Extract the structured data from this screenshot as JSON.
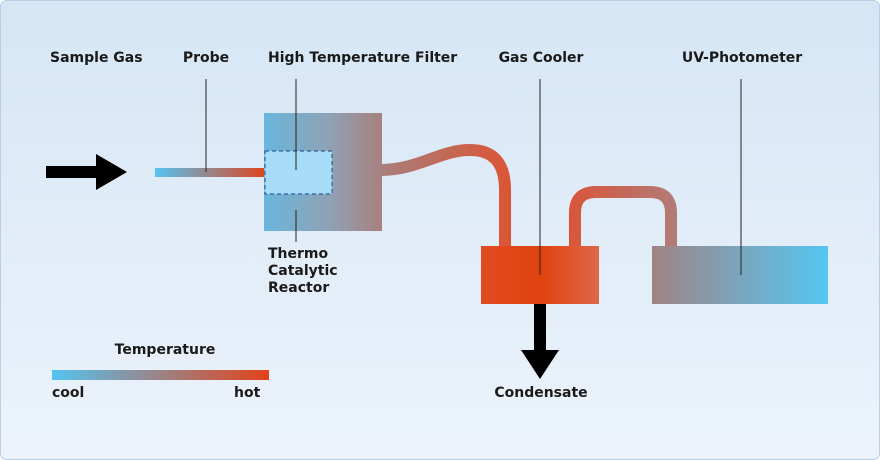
{
  "colors": {
    "background_top": "#d6e6f5",
    "background_bottom": "#ecf3fb",
    "cool": "#55c3f0",
    "hot": "#e2421a",
    "leader_line": "#222222",
    "arrow": "#000000",
    "reactor_fill": "#a6dcf7",
    "reactor_border": "#2f5f96"
  },
  "labels": {
    "sample_gas": "Sample Gas",
    "probe": "Probe",
    "high_temperature_filter": "High Temperature Filter",
    "gas_cooler": "Gas Cooler",
    "uv_photometer": "UV-Photometer",
    "reactor": [
      "Thermo",
      "Catalytic",
      "Reactor"
    ],
    "condensate": "Condensate"
  },
  "legend": {
    "title": "Temperature",
    "low_label": "cool",
    "high_label": "hot"
  }
}
